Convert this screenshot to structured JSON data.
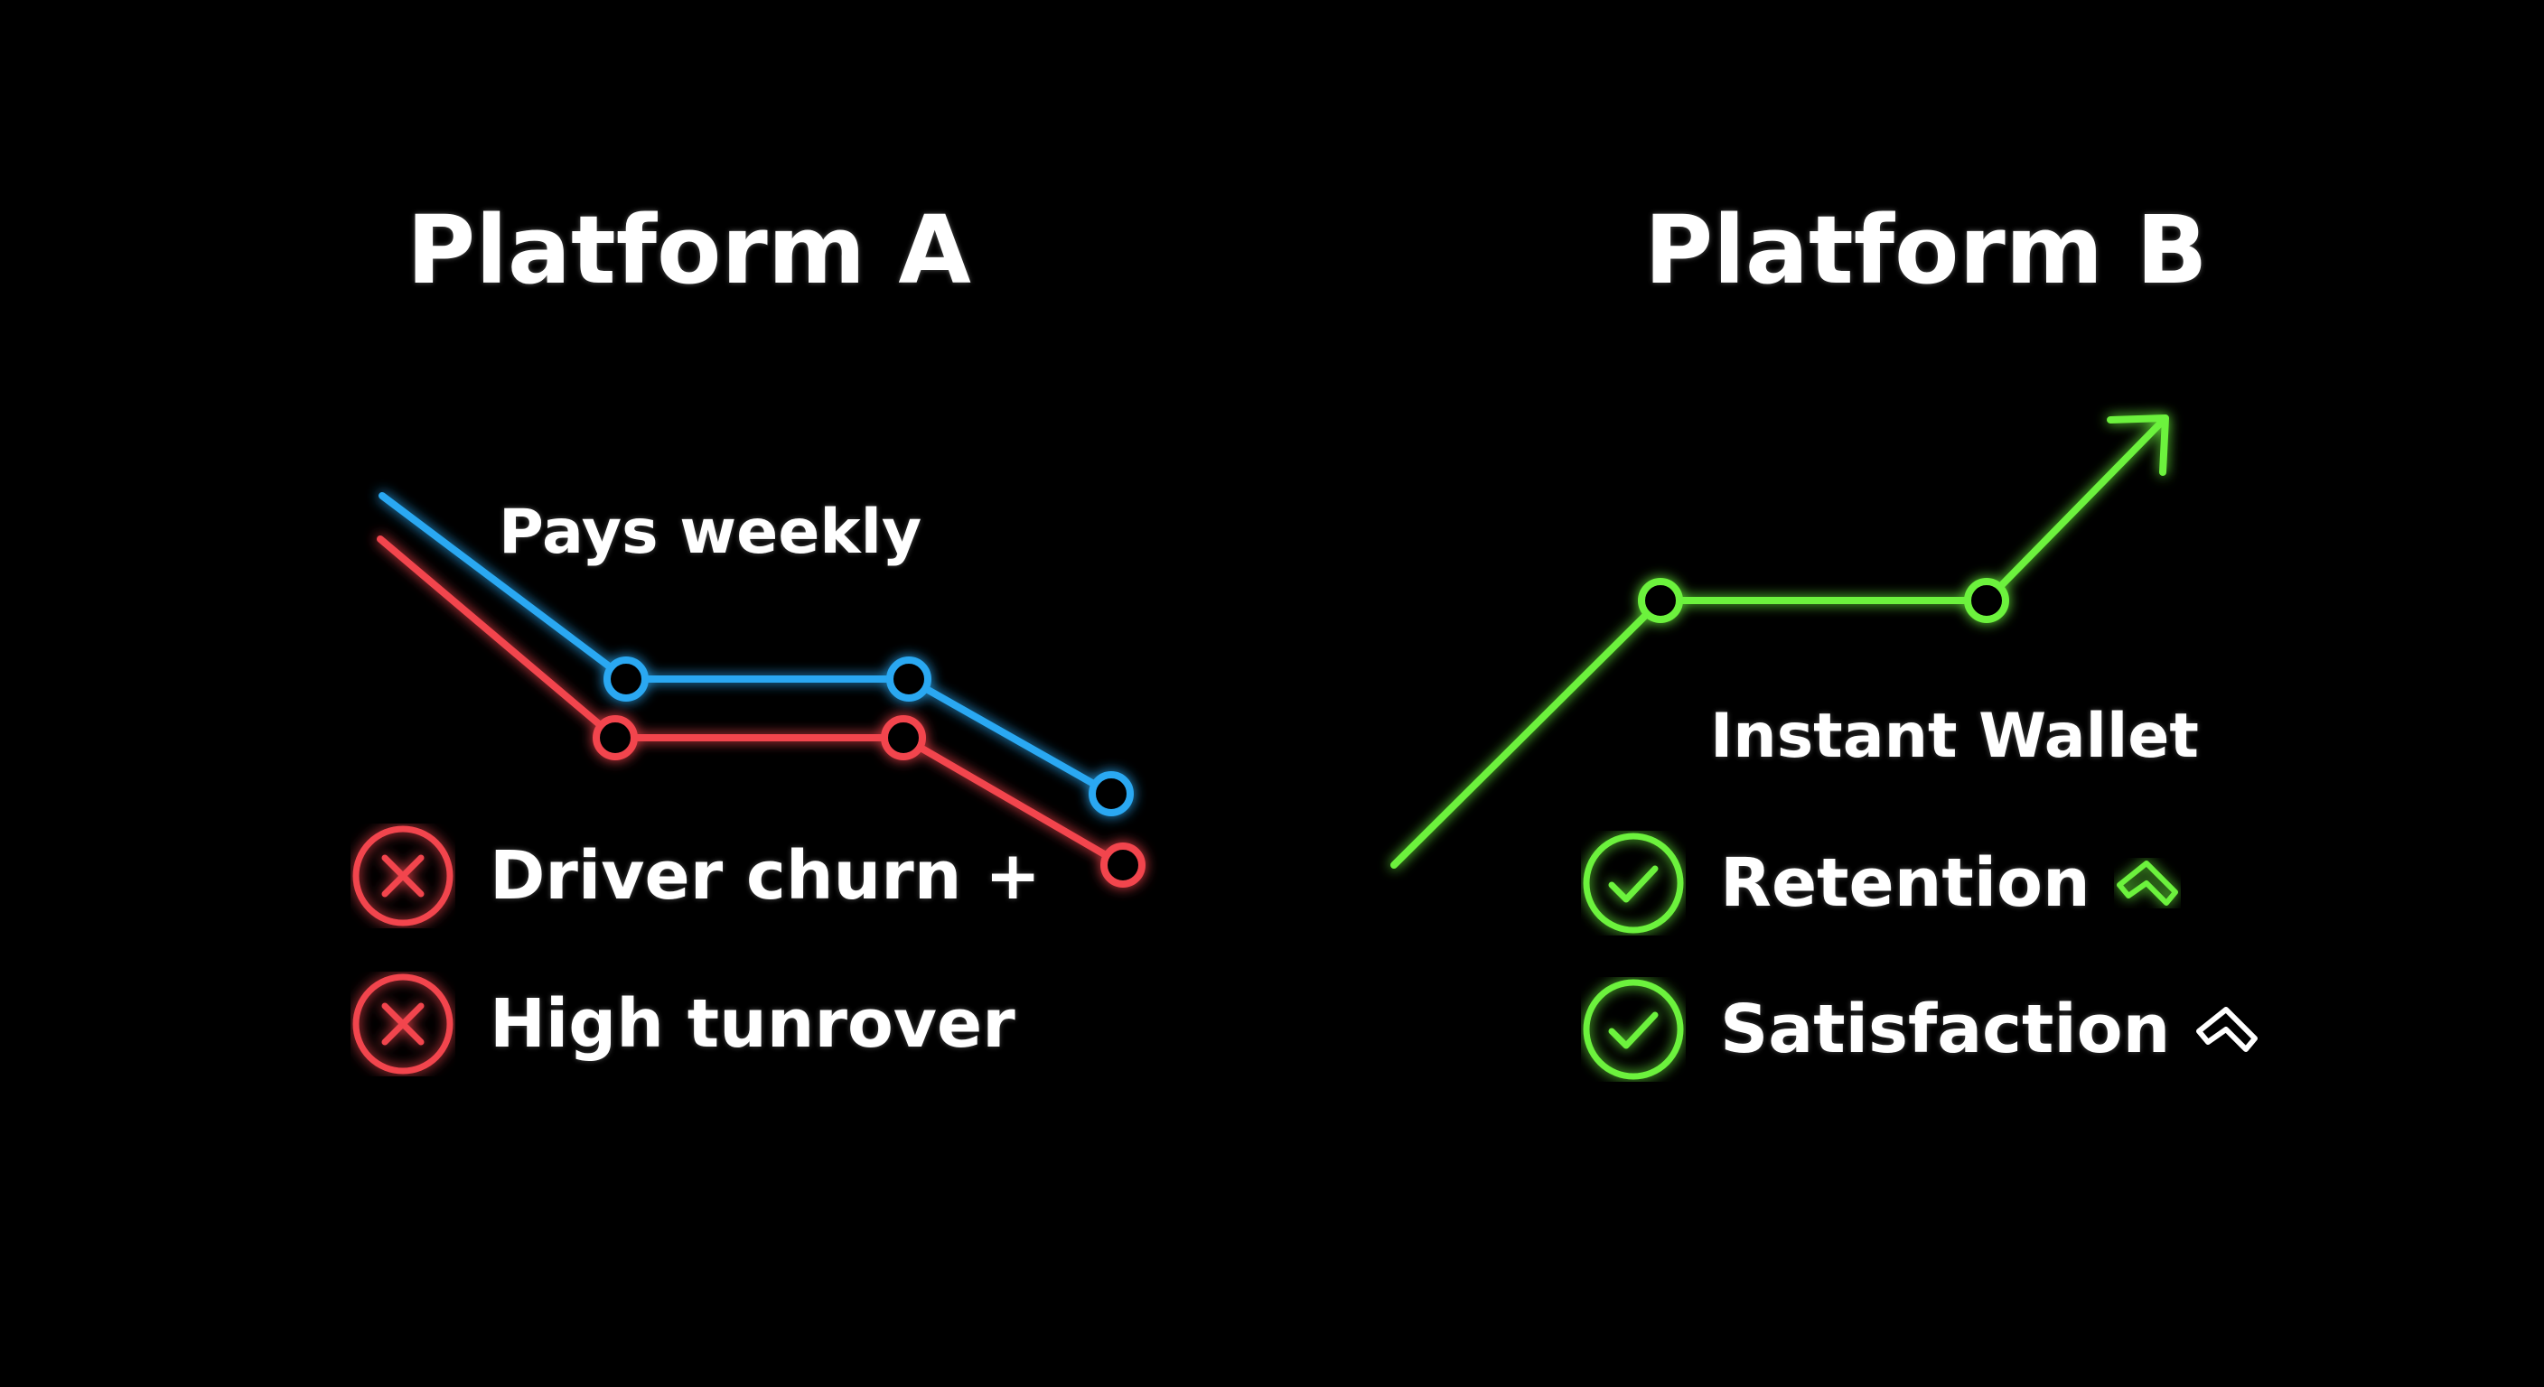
{
  "platform_a": {
    "title": "Platform A",
    "label": "Pays weekly",
    "items": [
      {
        "text": "Driver churn +",
        "icon": "x-circle-icon"
      },
      {
        "text": "High tunrover",
        "icon": "x-circle-icon"
      }
    ]
  },
  "platform_b": {
    "title": "Platform B",
    "label": "Instant Wallet",
    "items": [
      {
        "text": "Retention",
        "icon": "check-circle-icon",
        "trend_icon": "up-chevron-icon"
      },
      {
        "text": "Satisfaction",
        "icon": "check-circle-icon",
        "trend_icon": "up-chevron-icon"
      }
    ]
  },
  "colors": {
    "background": "#000000",
    "text": "#ffffff",
    "blue": "#29a8f2",
    "red": "#f2454e",
    "green": "#6cf23d"
  }
}
